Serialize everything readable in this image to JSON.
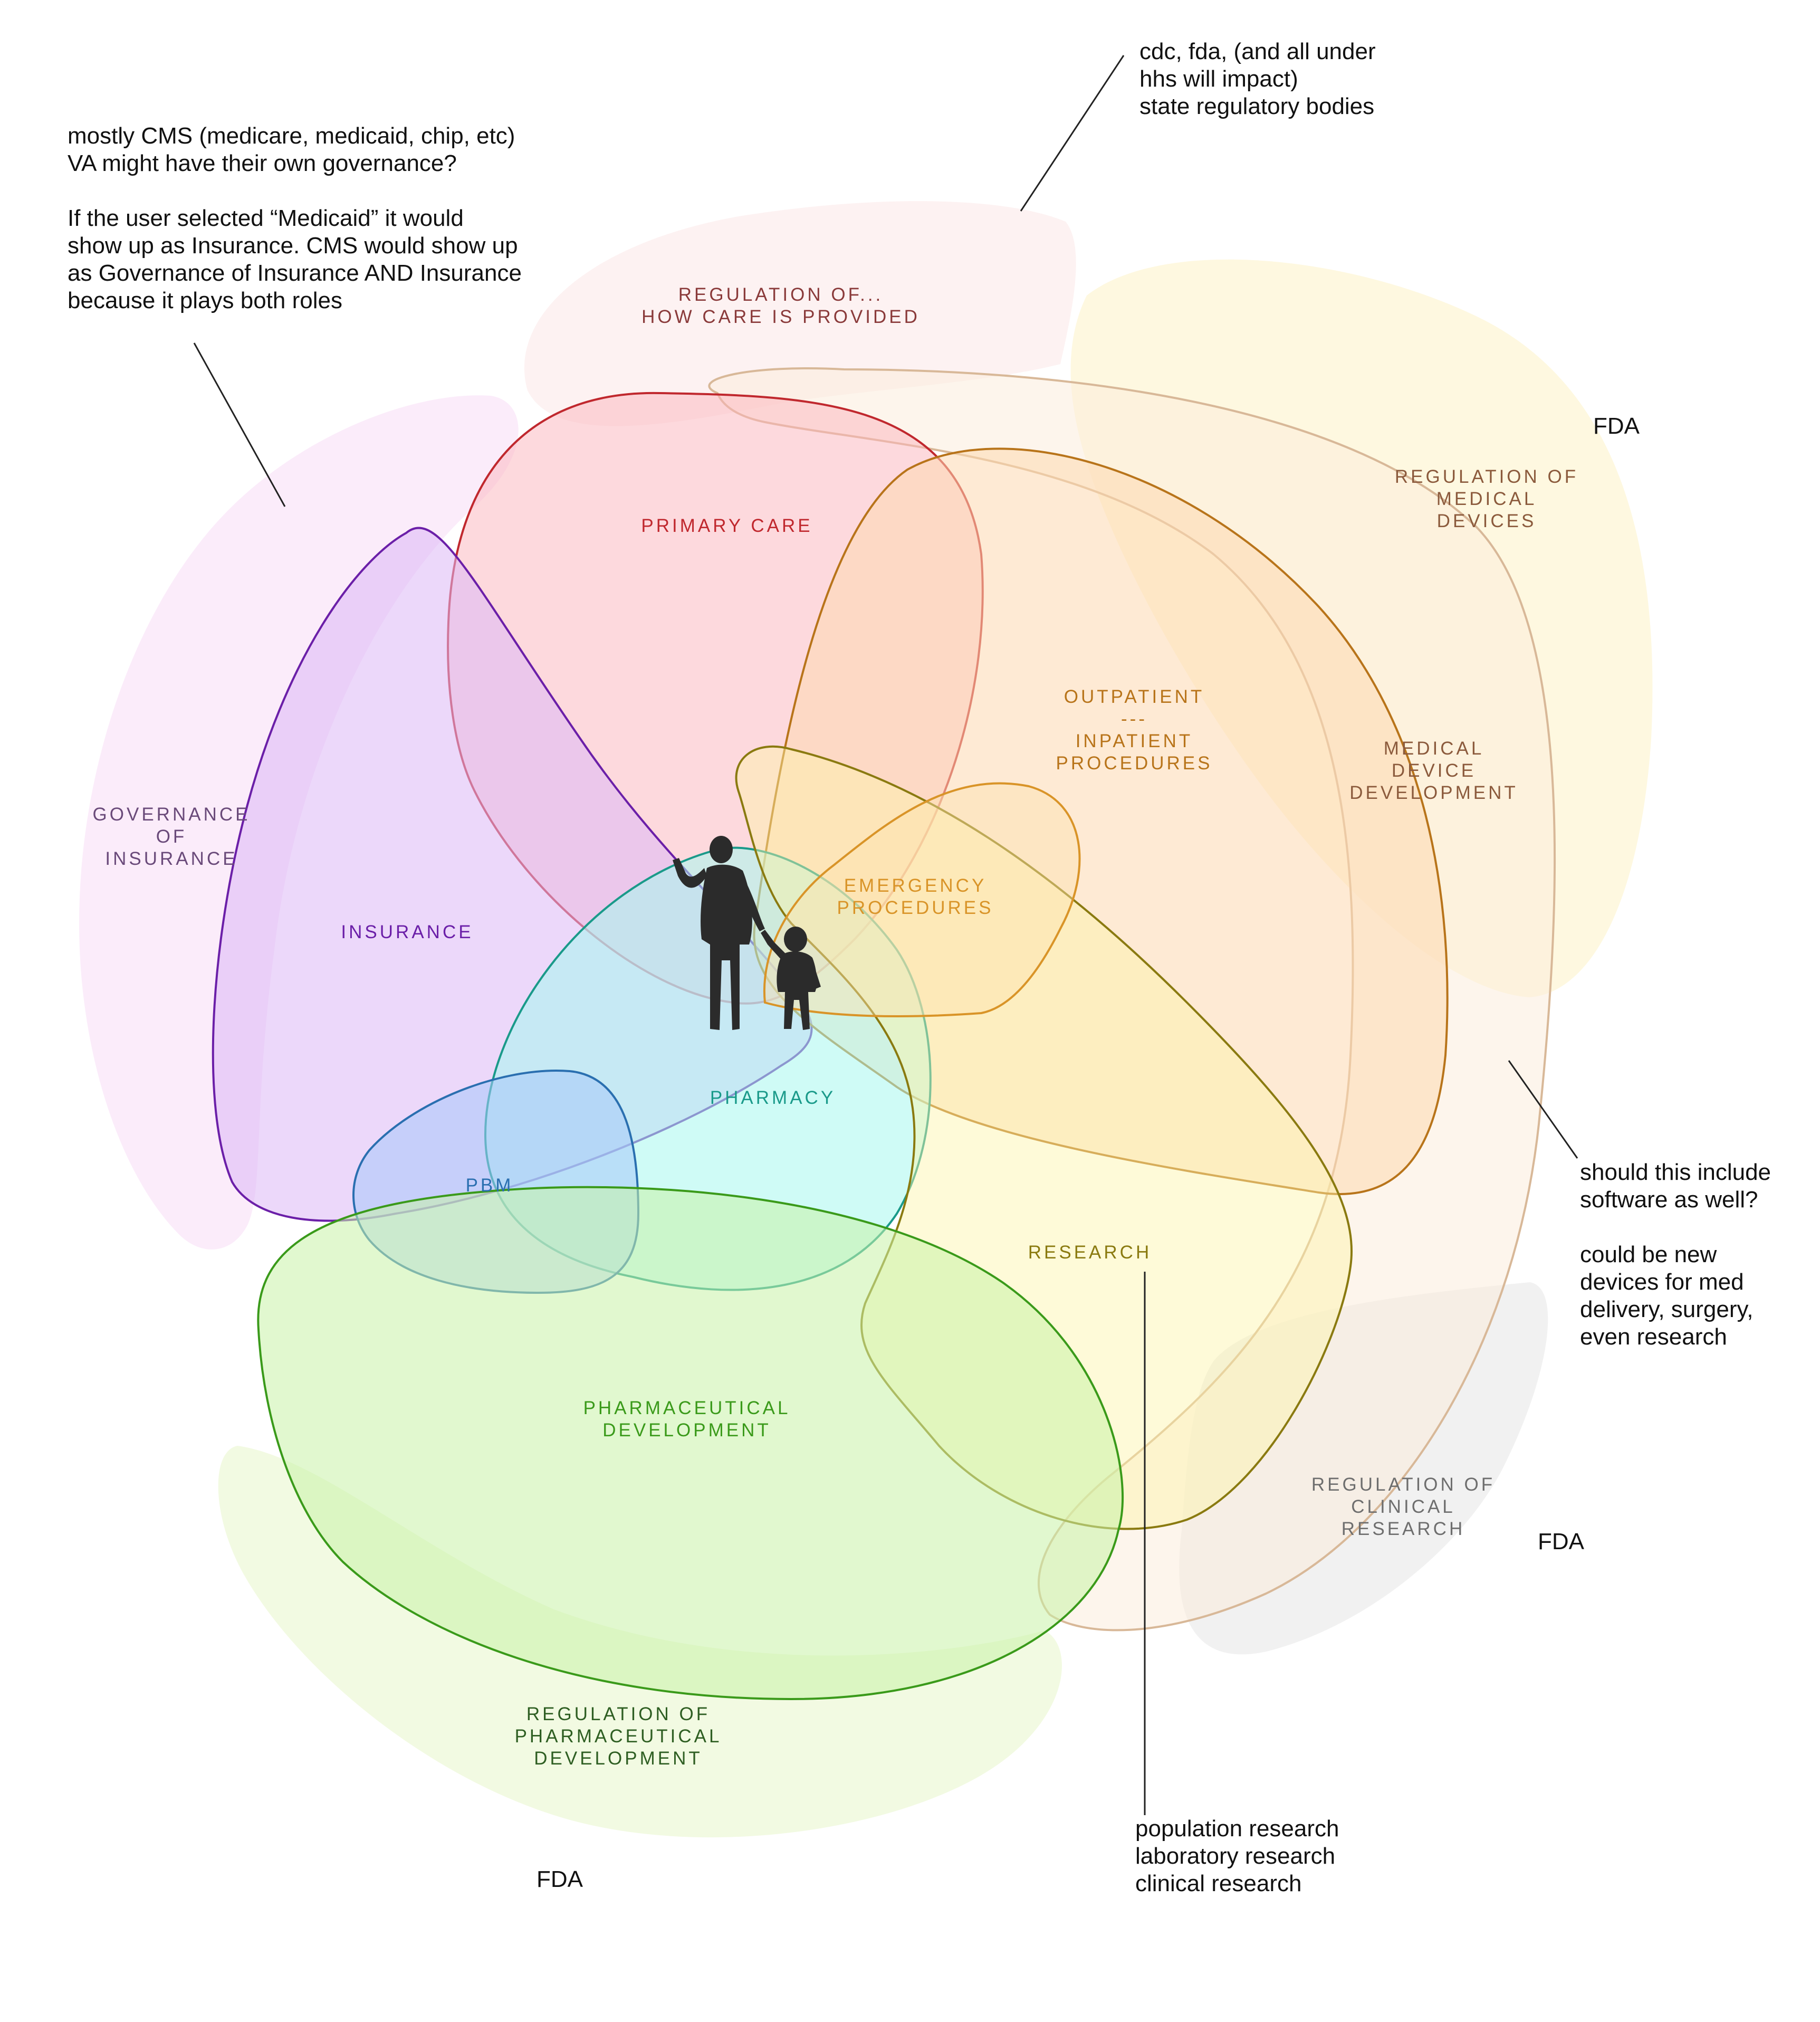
{
  "regions": [
    {
      "id": "regulation_care",
      "lines": [
        "REGULATION OF...",
        "HOW CARE IS PROVIDED"
      ],
      "color": "#8a3a3a"
    },
    {
      "id": "primary_care",
      "lines": [
        "PRIMARY CARE"
      ],
      "color": "#c0282e"
    },
    {
      "id": "regulation_devices",
      "lines": [
        "REGULATION OF",
        "MEDICAL",
        "DEVICES"
      ],
      "color": "#8b5a3c"
    },
    {
      "id": "outpatient",
      "lines": [
        "OUTPATIENT",
        "---",
        "INPATIENT",
        "PROCEDURES"
      ],
      "color": "#b8741a"
    },
    {
      "id": "medical_device",
      "lines": [
        "MEDICAL",
        "DEVICE",
        "DEVELOPMENT"
      ],
      "color": "#8b5a3c"
    },
    {
      "id": "governance",
      "lines": [
        "GOVERNANCE",
        "OF",
        "INSURANCE"
      ],
      "color": "#6a4a7a"
    },
    {
      "id": "insurance",
      "lines": [
        "INSURANCE"
      ],
      "color": "#6b1fa8"
    },
    {
      "id": "emergency",
      "lines": [
        "EMERGENCY",
        "PROCEDURES"
      ],
      "color": "#d99428"
    },
    {
      "id": "pharmacy",
      "lines": [
        "PHARMACY"
      ],
      "color": "#1a9a8a"
    },
    {
      "id": "pbm",
      "lines": [
        "PBM"
      ],
      "color": "#2a6fb0"
    },
    {
      "id": "research",
      "lines": [
        "RESEARCH"
      ],
      "color": "#8a7a10"
    },
    {
      "id": "pharma_dev",
      "lines": [
        "PHARMACEUTICAL",
        "DEVELOPMENT"
      ],
      "color": "#3a9a1a"
    },
    {
      "id": "regulation_pharma",
      "lines": [
        "REGULATION OF",
        "PHARMACEUTICAL",
        "DEVELOPMENT"
      ],
      "color": "#2e5e22"
    },
    {
      "id": "regulation_clinical",
      "lines": [
        "REGULATION OF",
        "CLINICAL",
        "RESEARCH"
      ],
      "color": "#6e6e6e"
    }
  ],
  "notes": {
    "top_left": [
      "mostly CMS (medicare, medicaid, chip, etc)",
      "VA might have their own governance?",
      "",
      "If the user selected “Medicaid” it would",
      "show up as Insurance. CMS would show up",
      "as Governance of Insurance AND Insurance",
      "because it plays both roles"
    ],
    "top_center": [
      "cdc, fda, (and all under",
      "hhs will impact)",
      "state regulatory bodies"
    ],
    "fda_devices": "FDA",
    "right": [
      "should this include",
      "software as well?",
      "",
      "could be new",
      "devices for med",
      "delivery, surgery,",
      "even research"
    ],
    "fda_clinical": "FDA",
    "research_note": [
      "population research",
      "laboratory research",
      "clinical research"
    ],
    "fda_pharma": "FDA"
  },
  "icons": {
    "patient": "adult-and-child-silhouette-icon"
  }
}
